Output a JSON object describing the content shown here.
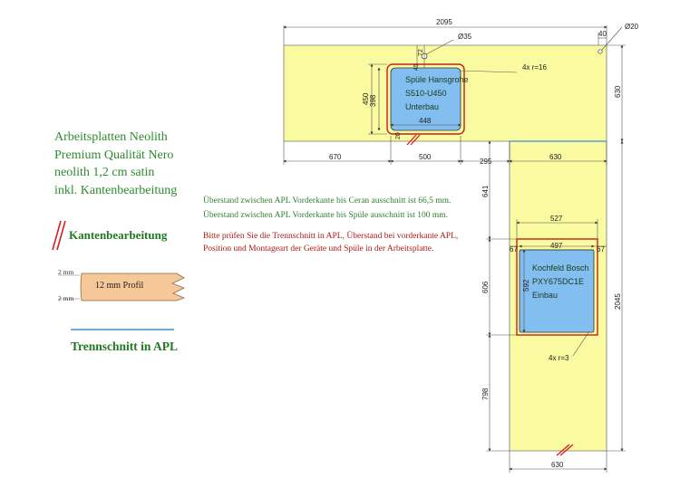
{
  "legend": {
    "lines": [
      "Arbeitsplatten Neolith",
      "Premium Qualität Nero",
      "neolith 1,2 cm satin",
      "inkl. Kantenbearbeitung"
    ],
    "edge_label": "Kantenbearbeitung",
    "profile_label": "12 mm Profil",
    "profile_top_mm": "2 mm",
    "profile_bottom_mm": "2 mm",
    "cut_label": "Trennschnitt in APL"
  },
  "notes": {
    "ceran": "Überstand zwischen APL Vorderkante bis Ceran ausschnitt ist 66,5 mm.",
    "sink": "Überstand zwischen APL Vorderkante bis Spüle ausschnitt ist 100 mm.",
    "check_line1": "Bitte prüfen Sie die Trennschnitt in APL, Überstand bei vorderkante APL,",
    "check_line2": "Position und Montageart der Geräte und Spüle in der Arbeitsplatte."
  },
  "sink": {
    "line1": "Spüle Hansgrohe",
    "line2": "S510-U450",
    "line3": "Unterbau",
    "radius": "4x r=16",
    "width": "448",
    "height": "398",
    "outer_height": "450",
    "hole": "Ø35",
    "dim_72": "72",
    "dim_45": "45",
    "dim_20": "20"
  },
  "hob": {
    "line1": "Kochfeld Bosch",
    "line2": "PXY675DC1E",
    "line3": "Einbau",
    "radius": "4x r=3",
    "outer_width": "527",
    "inner_width": "497",
    "height": "592",
    "left_67": "67",
    "right_67": "67"
  },
  "dimensions": {
    "total_width": "2095",
    "corner_40": "40",
    "hole_diameter": "Ø20",
    "right_depth": "630",
    "bottom_670": "670",
    "bottom_500": "500",
    "bottom_295": "295",
    "bottom_630": "630",
    "leg_641": "641",
    "leg_606": "606",
    "leg_798": "798",
    "leg_total": "2045",
    "leg_width_bottom": "630"
  },
  "colors": {
    "countertop": "#fafaa0",
    "cutout": "#82bff0",
    "cutout_border": "#c41e1e",
    "cut_line": "#3a8ed8",
    "legend_green": "#2e8b2e",
    "note_red": "#b01818",
    "edge_mark": "#d42020"
  }
}
